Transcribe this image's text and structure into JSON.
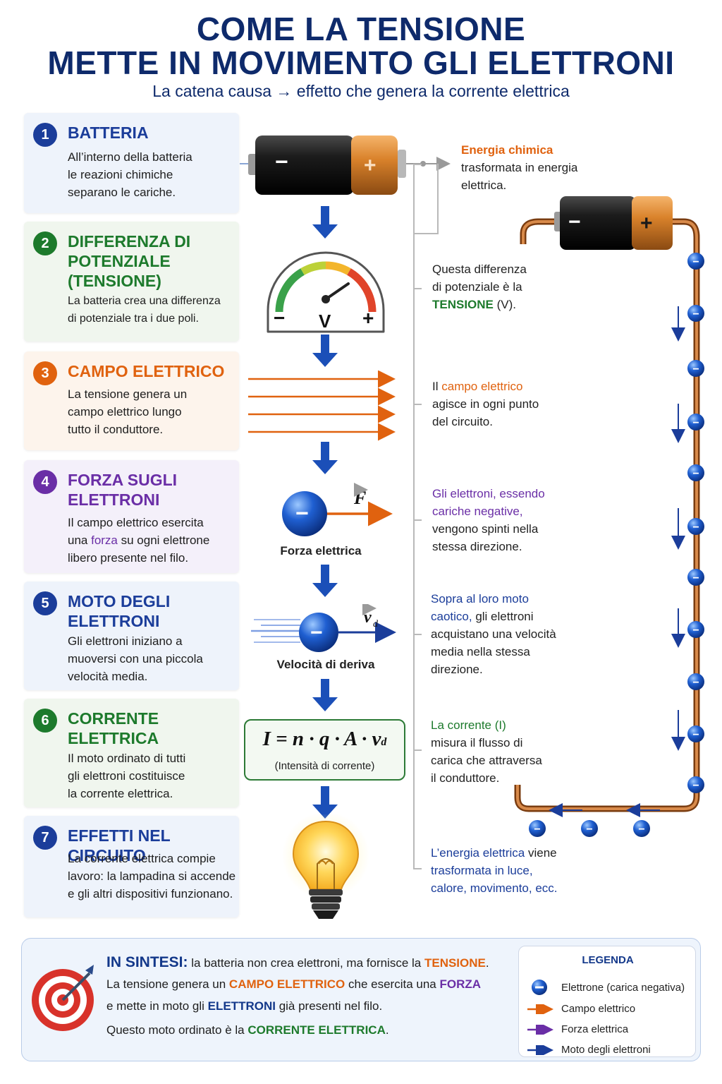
{
  "header": {
    "title_line1": "COME LA TENSIONE",
    "title_line2": "METTE IN MOVIMENTO GLI ELETTRONI",
    "subtitle": "La catena causa → effetto che genera la corrente elettrica"
  },
  "colors": {
    "blue": "#1b3d9a",
    "green": "#1d7a2c",
    "orange": "#e0620f",
    "purple": "#6a2ea6",
    "navy": "#0e2a6b"
  },
  "steps": [
    {
      "num": "1",
      "title": "BATTERIA",
      "text": [
        "All’interno della batteria",
        "le reazioni chimiche",
        "separano le cariche."
      ]
    },
    {
      "num": "2",
      "title": "DIFFERENZA DI POTENZIALE (TENSIONE)",
      "text": [
        "La batteria crea una differenza",
        "di potenziale tra i due poli."
      ]
    },
    {
      "num": "3",
      "title": "CAMPO ELETTRICO",
      "text": [
        "La tensione genera un",
        "campo elettrico lungo",
        "tutto il conduttore."
      ]
    },
    {
      "num": "4",
      "title": "FORZA SUGLI ELETTRONI",
      "text_a": "Il campo elettrico esercita",
      "text_b_pre": "una ",
      "text_b_kw": "forza",
      "text_b_post": " su ogni elettrone",
      "text_c": "libero presente nel filo."
    },
    {
      "num": "5",
      "title": "MOTO DEGLI ELETTRONI",
      "text": [
        "Gli elettroni iniziano a",
        "muoversi con una piccola",
        "velocità media."
      ]
    },
    {
      "num": "6",
      "title": "CORRENTE ELETTRICA",
      "text": [
        "Il moto ordinato di tutti",
        "gli elettroni costituisce",
        "la corrente elettrica."
      ]
    },
    {
      "num": "7",
      "title": "EFFETTI NEL CIRCUITO",
      "text": [
        "La corrente elettrica compie",
        "lavoro: la lampadina si accende",
        "e gli altri dispositivi funzionano."
      ]
    }
  ],
  "center": {
    "battery_minus": "−",
    "battery_plus": "+",
    "gauge_minus": "−",
    "gauge_v": "V",
    "gauge_plus": "+",
    "force_symbol": "F",
    "force_label": "Forza elettrica",
    "electron_sign": "−",
    "velocity_symbol": "v",
    "velocity_sub": "d",
    "velocity_label": "Velocità di deriva",
    "formula": "I = n · q · A · v",
    "formula_sub": "d",
    "formula_label": "(Intensità di corrente)"
  },
  "notes": {
    "n1_kw": "Energia chimica",
    "n1_rest": [
      "trasformata in energia",
      "elettrica."
    ],
    "n2_text": [
      "Questa differenza",
      "di potenziale è la"
    ],
    "n2_kw": "TENSIONE",
    "n2_post": " (V).",
    "n3_pre": "Il ",
    "n3_kw": "campo elettrico",
    "n3_rest": [
      "agisce in ogni punto",
      "del circuito."
    ],
    "n4_kw": [
      "Gli elettroni, essendo",
      "cariche negative,"
    ],
    "n4_rest": [
      "vengono spinti nella",
      "stessa direzione."
    ],
    "n5_kw": [
      "Sopra al loro moto",
      "caotico,"
    ],
    "n5_after": " gli elettroni",
    "n5_rest": [
      "acquistano una velocità",
      "media nella stessa",
      "direzione."
    ],
    "n6_kw": "La corrente (I)",
    "n6_rest": [
      "misura il flusso di",
      "carica che attraversa",
      "il conduttore."
    ],
    "n7_kw1": "L’energia elettrica",
    "n7_post": " viene",
    "n7_kw2": [
      "trasformata in luce,",
      "calore, movimento, ecc."
    ]
  },
  "circuit": {
    "battery_minus": "−",
    "battery_plus": "+",
    "electron_sign": "−"
  },
  "summary": {
    "head": "IN SINTESI:",
    "l1_post": " la batteria non crea elettroni, ma fornisce la ",
    "l1_kw": "TENSIONE",
    "l1_end": ".",
    "l2_pre": "La tensione genera un ",
    "l2_kw1": "CAMPO ELETTRICO",
    "l2_mid": " che esercita una ",
    "l2_kw2": "FORZA",
    "l3_pre": "e mette in moto gli ",
    "l3_kw": "ELETTRONI",
    "l3_post": " già presenti nel filo.",
    "l4_pre": "Questo moto ordinato è la ",
    "l4_kw": "CORRENTE ELETTRICA",
    "l4_end": "."
  },
  "legend": {
    "title": "LEGENDA",
    "items": [
      {
        "label": "Elettrone (carica negativa)",
        "color": "#1f5fd1"
      },
      {
        "label": "Campo elettrico",
        "color": "#e0620f"
      },
      {
        "label": "Forza elettrica",
        "color": "#6a2ea6"
      },
      {
        "label": "Moto degli elettroni",
        "color": "#1b3d9a"
      }
    ]
  }
}
